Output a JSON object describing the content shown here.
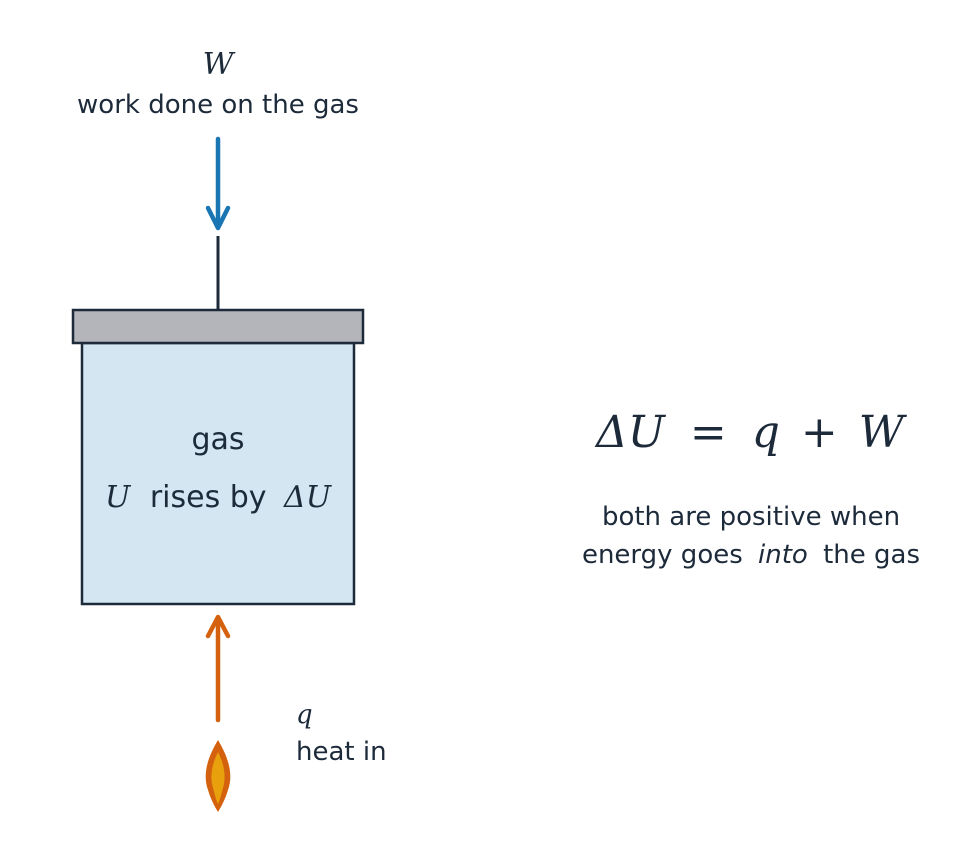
{
  "work": {
    "symbol": "W",
    "label": "work done on the gas",
    "color": "#1a75b3"
  },
  "gas": {
    "label": "gas",
    "energy_symbol": "U",
    "rises_text": "rises by",
    "delta_symbol": "ΔU",
    "fill_color": "#d3e6f1"
  },
  "piston": {
    "color": "#b3b5ba"
  },
  "heat": {
    "symbol": "q",
    "label": "heat in",
    "color": "#d4610e",
    "flame_inner_color": "#e8a10c"
  },
  "equation": {
    "lhs": "ΔU",
    "equals": "=",
    "q": "q",
    "plus": "+",
    "w": "W"
  },
  "note": {
    "line1": "both are positive when",
    "line2_prefix": "energy goes",
    "line2_emphasis": "into",
    "line2_suffix": "the gas"
  }
}
